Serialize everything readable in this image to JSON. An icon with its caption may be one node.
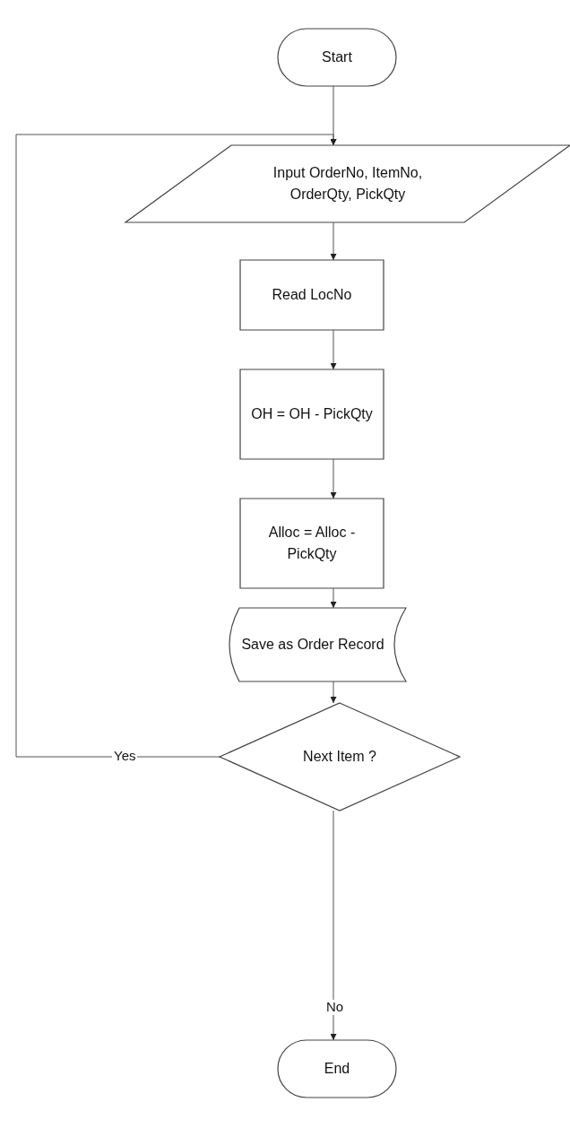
{
  "diagram": {
    "nodes": [
      {
        "text": [
          "Start"
        ]
      },
      {
        "text": [
          "Input OrderNo, ItemNo, OrderQty, PickQty"
        ]
      },
      {
        "text": [
          "Read LocNo"
        ]
      },
      {
        "text": [
          "OH = OH - PickQty"
        ]
      },
      {
        "text": [
          "Alloc = Alloc - PickQty"
        ]
      },
      {
        "text": [
          "Save as Order Record"
        ]
      },
      {
        "text": [
          "Next Item ?"
        ]
      },
      {
        "text": [
          "End"
        ]
      }
    ],
    "edges": [
      {
        "from": 0,
        "to": 1,
        "arrow": "to"
      },
      {
        "from": 1,
        "to": 2,
        "arrow": "to"
      },
      {
        "from": 2,
        "to": 3,
        "arrow": "to"
      },
      {
        "from": 3,
        "to": 4,
        "arrow": "to"
      },
      {
        "from": 4,
        "to": 5,
        "arrow": "to"
      },
      {
        "from": 5,
        "to": 6,
        "arrow": "to"
      },
      {
        "from": 6,
        "to": 7,
        "label": "No",
        "arrow": "to"
      },
      {
        "from": 6,
        "to": 1,
        "label": "Yes",
        "arrow": "to"
      }
    ]
  }
}
